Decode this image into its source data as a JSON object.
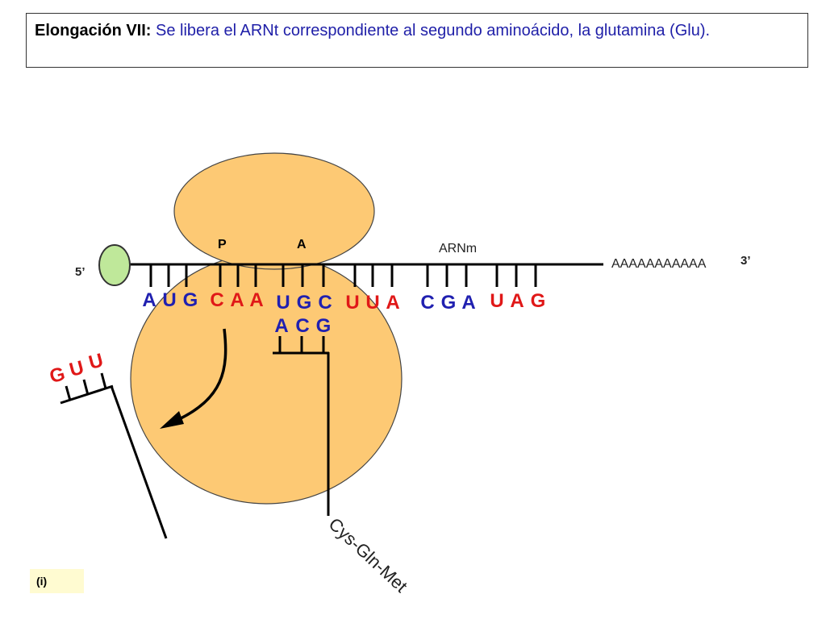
{
  "title": {
    "prefix": "Elongación VII:",
    "text": " Se libera el ARNt correspondiente al segundo aminoácido, la glutamina (Glu)."
  },
  "labels": {
    "p_site": "P",
    "a_site": "A",
    "mrna": "ARNm",
    "five_prime": "5’",
    "three_prime": "3’",
    "poly_a": "AAAAAAAAAAA",
    "peptide": "Cys-Gln-Met",
    "slide_label": "(i)"
  },
  "mrna_codons": [
    {
      "letters": [
        "A",
        "U",
        "G"
      ],
      "color": "#2020b0"
    },
    {
      "letters": [
        "C",
        "A",
        "A"
      ],
      "color": "#e01818"
    },
    {
      "letters": [
        "U",
        "G",
        "C"
      ],
      "color": "#2020b0"
    },
    {
      "letters": [
        "U",
        "U",
        "A"
      ],
      "color": "#e01818"
    },
    {
      "letters": [
        "C",
        "G",
        "A"
      ],
      "color": "#2020b0"
    },
    {
      "letters": [
        "U",
        "A",
        "G"
      ],
      "color": "#e01818"
    }
  ],
  "anticodon_a_site": {
    "letters": [
      "A",
      "C",
      "G"
    ],
    "color": "#2020b0"
  },
  "released_trna": {
    "letters": [
      "G",
      "U",
      "U"
    ],
    "color": "#e01818"
  },
  "colors": {
    "ribosome": "#fdc974",
    "ribosome_stroke": "#444444",
    "cap": "#bfe89a",
    "blue": "#2020b0",
    "red": "#e01818"
  }
}
